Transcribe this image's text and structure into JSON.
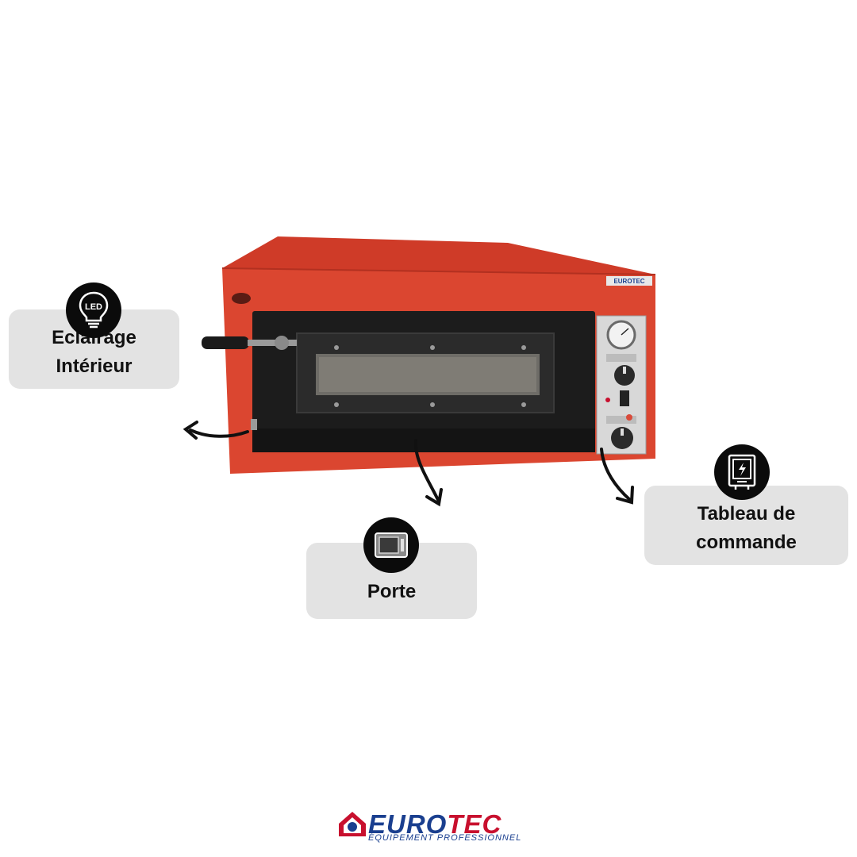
{
  "callouts": {
    "lighting": {
      "icon": "led-bulb-icon",
      "icon_text": "LED",
      "line1": "Eclairage",
      "line2": "Intérieur"
    },
    "door": {
      "icon": "oven-door-icon",
      "line1": "Porte"
    },
    "control_panel": {
      "icon": "control-panel-icon",
      "line1": "Tableau de",
      "line2": "commande"
    }
  },
  "oven": {
    "badge_text": "EUROTEC",
    "body_color": "#d9432e"
  },
  "logo": {
    "word_part1": "EURO",
    "word_part2": "TEC",
    "tagline": "ÉQUIPEMENT PROFESSIONNEL"
  },
  "colors": {
    "callout_bg": "#e3e3e3",
    "badge_bg": "#0b0b0b",
    "brand_blue": "#1a3f8f",
    "brand_red": "#c8102e"
  }
}
